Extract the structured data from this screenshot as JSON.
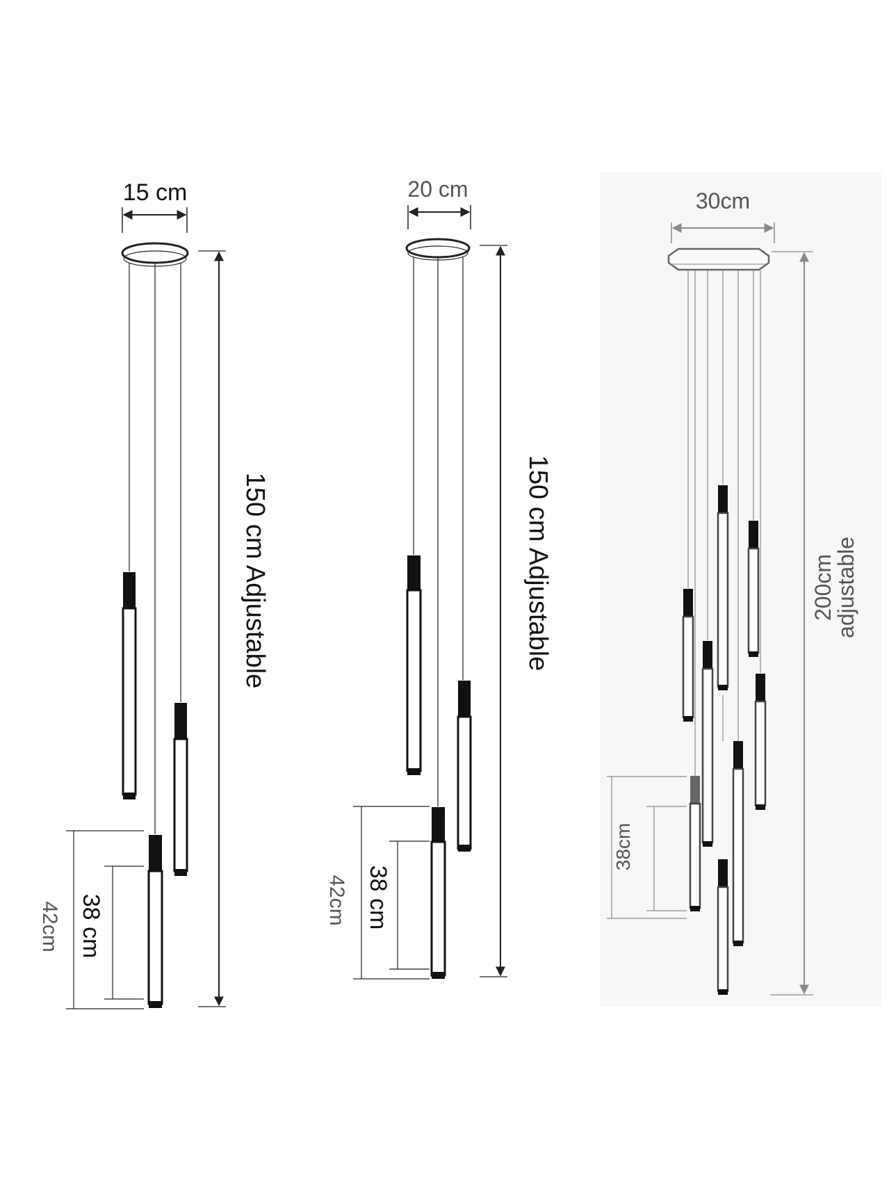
{
  "colors": {
    "line": "#222222",
    "cap": "#111111",
    "light_line": "#8a8a8a",
    "panel": "#f7f7f7"
  },
  "fixtures": [
    {
      "id": "a",
      "width_label": "15 cm",
      "height_label": "150 cm Adjustable",
      "outer_label": "42cm",
      "inner_label": "38 cm"
    },
    {
      "id": "b",
      "width_label": "20 cm",
      "height_label": "150 cm Adjustable",
      "outer_label": "42cm",
      "inner_label": "38 cm"
    },
    {
      "id": "c",
      "width_label": "30cm",
      "height_label_line1": "200cm",
      "height_label_line2": "adjustable",
      "inner_label": "38cm"
    }
  ]
}
